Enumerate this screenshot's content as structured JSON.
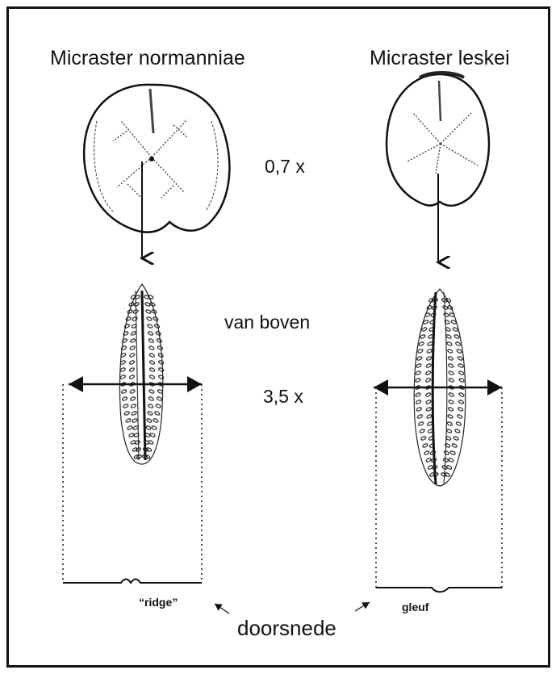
{
  "species": {
    "left": "Micraster normanniae",
    "right": "Micraster leskei"
  },
  "labels": {
    "scale_small": "0,7 x",
    "view": "van boven",
    "scale_large": "3,5 x",
    "left_profile": "“ridge”",
    "right_profile": "gleuf",
    "cross_section": "doorsnede"
  }
}
